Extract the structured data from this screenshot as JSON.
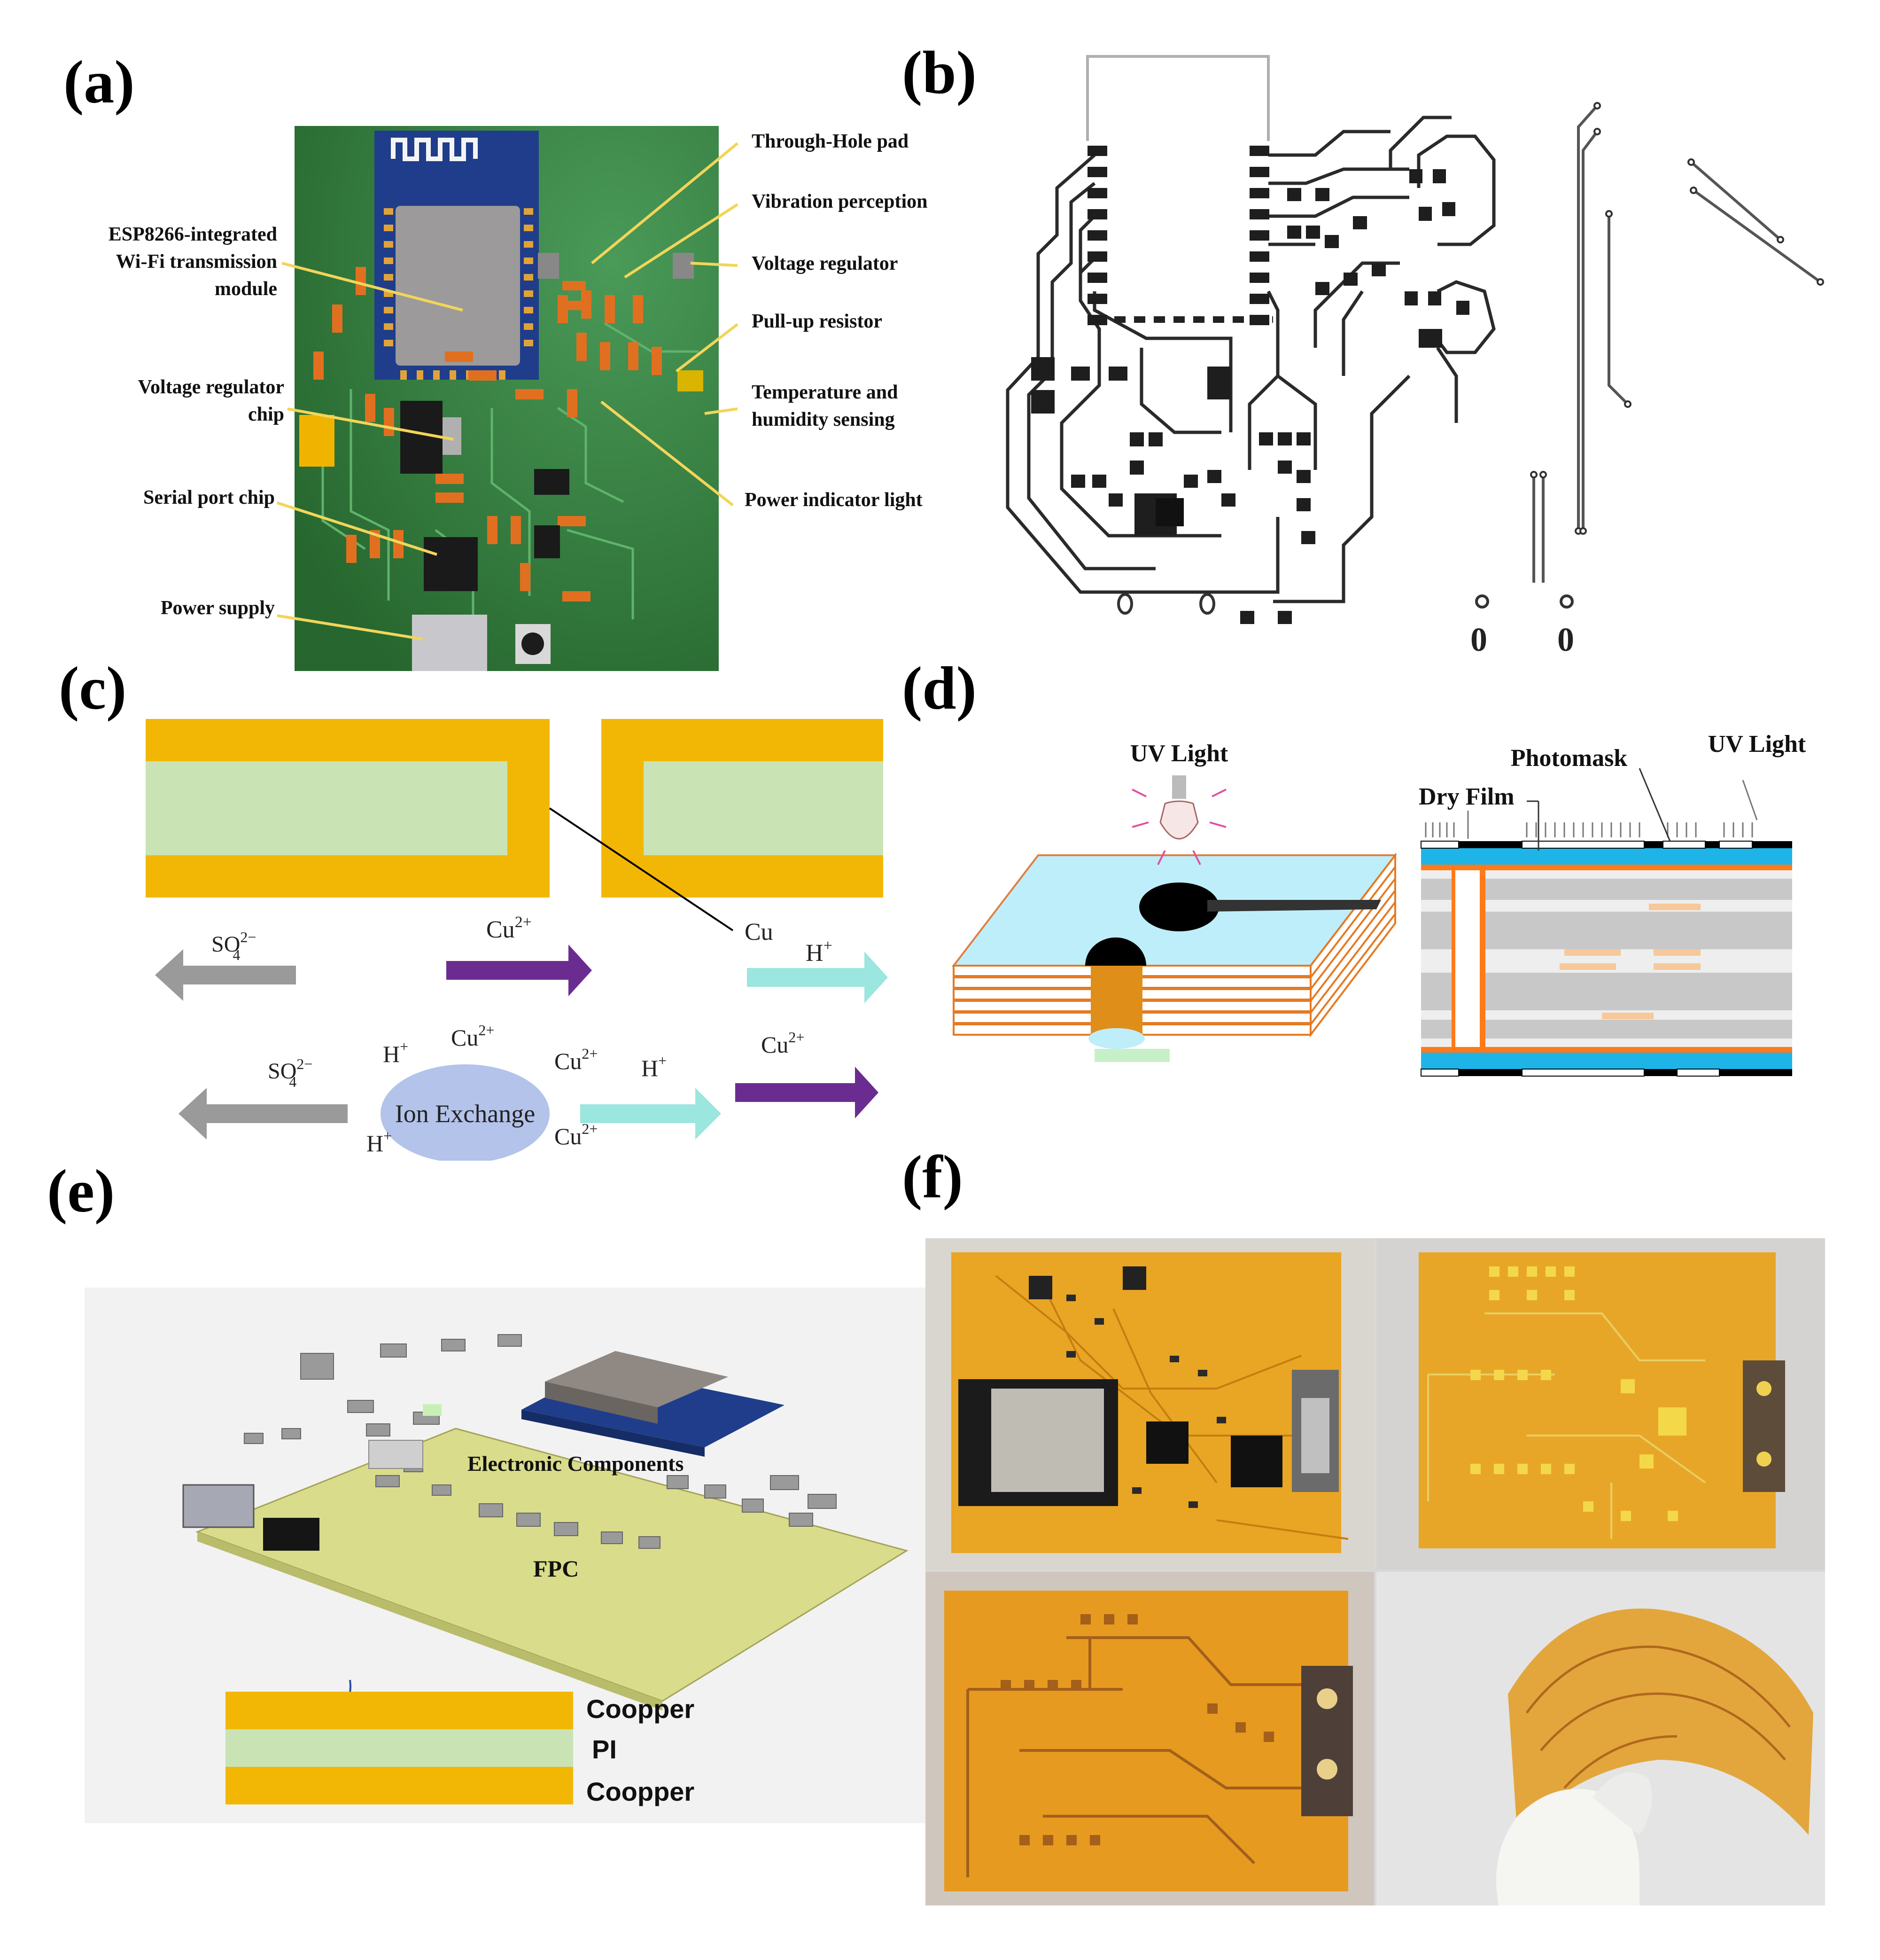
{
  "panels": {
    "a": {
      "label": "(a)",
      "left_annotations": [
        "ESP8266-integrated\nWi-Fi transmission\nmodule",
        "Voltage regulator\nchip",
        "Serial port chip",
        "Power supply"
      ],
      "right_annotations": [
        "Through-Hole pad",
        "Vibration perception",
        "Voltage regulator",
        "Pull-up  resistor",
        "Temperature  and\nhumidity  sensing",
        "Power indicator light"
      ]
    },
    "b": {
      "label": "(b)",
      "pad_labels": [
        "0",
        "0"
      ]
    },
    "c": {
      "label": "(c)",
      "cu_label": "Cu",
      "arrows_top": {
        "so4": "SO",
        "cu2": "Cu",
        "h": "H"
      },
      "ion_exchange": "Ion Exchange",
      "ions": {
        "cu": "Cu",
        "h": "H",
        "so4": "SO"
      },
      "superscripts": {
        "so4": "2−",
        "cu": "2+",
        "h": "+"
      },
      "subscripts": {
        "so4": "4"
      }
    },
    "d": {
      "label": "(d)",
      "uv_light_left": "UV Light",
      "uv_light_right": "UV Light",
      "photomask": "Photomask",
      "dry_film": "Dry Film"
    },
    "e": {
      "label": "(e)",
      "components_label": "Electronic  Components",
      "fpc_label": "FPC",
      "layers": [
        "Coopper",
        "PI",
        "Coopper"
      ]
    },
    "f": {
      "label": "(f)"
    }
  },
  "colors": {
    "pcb_green": "#2f7a3a",
    "copper_gold": "#f2b705",
    "pi_green": "#c9e3b5",
    "arrow_gray": "#9a9a9a",
    "arrow_purple": "#6b2c91",
    "arrow_cyan": "#9be6df",
    "ion_blue": "#b3c3ea",
    "uv_film": "#bfeefb",
    "fpc_yellow": "#d9dc8a",
    "flex_amber": "#e69a1f"
  }
}
